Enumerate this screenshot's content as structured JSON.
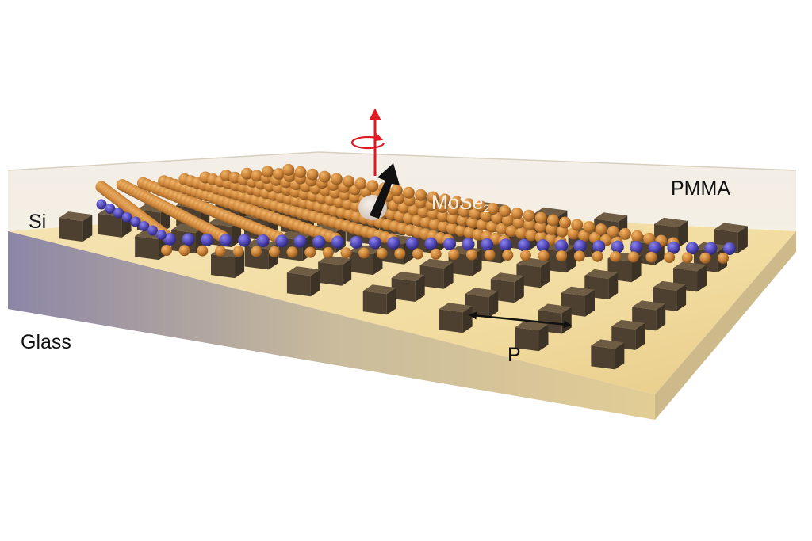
{
  "labels": {
    "si": "Si",
    "glass": "Glass",
    "pmma": "PMMA",
    "mose2_base": "MoSe",
    "mose2_sub": "2",
    "period": "P"
  },
  "colors": {
    "glass_top": "#f1dca0",
    "glass_front": "#a8a0b8",
    "glass_right": "#c9b487",
    "pmma": "#efe9df",
    "pillar_top": "#6e5c44",
    "pillar_front": "#4e4030",
    "pillar_side": "#3d3226",
    "selenium_atom": "#c98237",
    "molybdenum_atom": "#5148b8",
    "spin_arrow": "#e01a22",
    "moment_arrow": "#111111",
    "exciton": "#d9cfc6"
  }
}
